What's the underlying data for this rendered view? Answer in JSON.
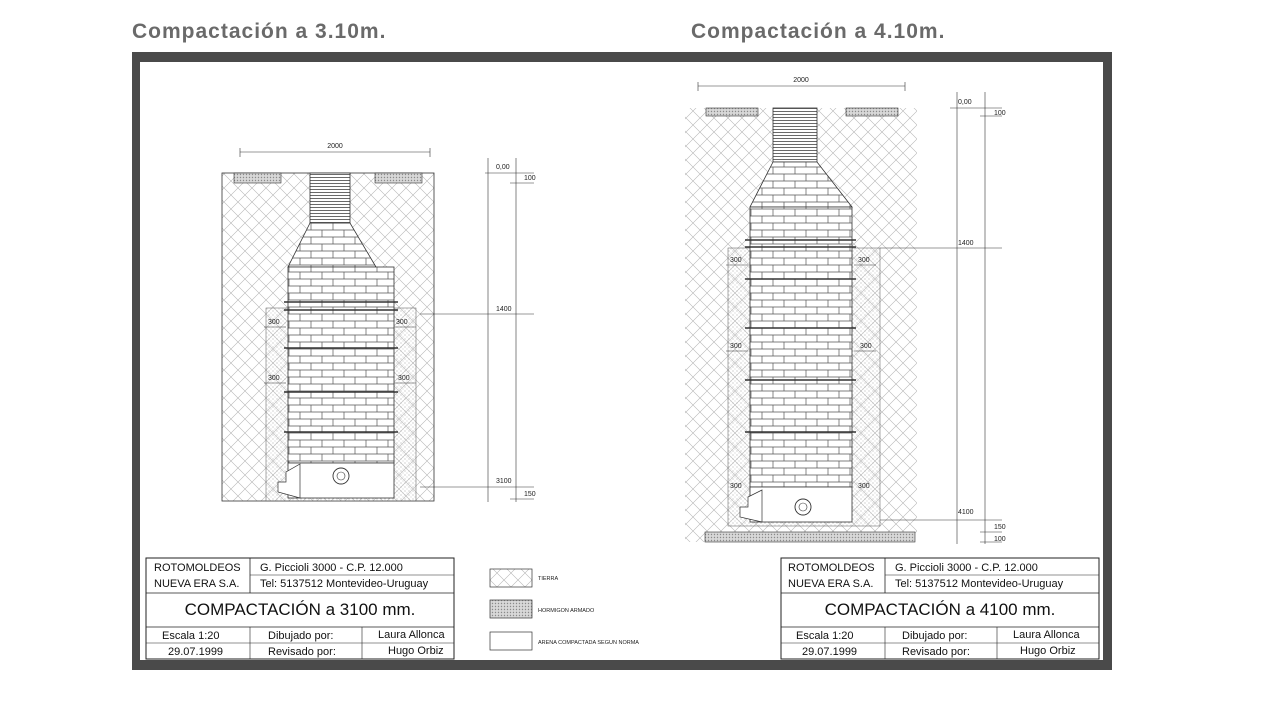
{
  "headings": {
    "left": "Compactación a 3.10m.",
    "right": "Compactación a 4.10m."
  },
  "drawing_left": {
    "dims": {
      "width": "2000",
      "level": "0,00",
      "top_slab": "100",
      "mid": "1400",
      "depth": "3100",
      "bottom": "150",
      "side_a": "300",
      "side_b": "300",
      "side_c": "300",
      "side_d": "300"
    }
  },
  "drawing_right": {
    "dims": {
      "width": "2000",
      "level": "0,00",
      "top_slab": "100",
      "mid": "1400",
      "depth": "4100",
      "bottom_a": "150",
      "bottom_b": "100",
      "side_a": "300",
      "side_b": "300",
      "side_c": "300",
      "side_d": "300",
      "side_e": "300",
      "side_f": "300"
    }
  },
  "legend": {
    "tierra": "TIERRA",
    "hormigon": "HORMIGON ARMADO",
    "arena": "ARENA COMPACTADA SEGUN NORMA"
  },
  "titleblock_left": {
    "company_1": "ROTOMOLDEOS",
    "company_2": "NUEVA ERA S.A.",
    "address": "G. Piccioli 3000 - C.P. 12.000",
    "phone": "Tel: 5137512  Montevideo-Uruguay",
    "title": "COMPACTACIÓN a 3100 mm.",
    "scale": "Escala  1:20",
    "date": "29.07.1999",
    "drawn_label": "Dibujado por:",
    "drawn_by": "Laura Allonca",
    "checked_label": "Revisado por:",
    "checked_by": "Hugo Orbiz"
  },
  "titleblock_right": {
    "company_1": "ROTOMOLDEOS",
    "company_2": "NUEVA ERA S.A.",
    "address": "G. Piccioli 3000 - C.P. 12.000",
    "phone": "Tel: 5137512  Montevideo-Uruguay",
    "title": "COMPACTACIÓN a 4100 mm.",
    "scale": "Escala  1:20",
    "date": "29.07.1999",
    "drawn_label": "Dibujado por:",
    "drawn_by": "Laura Allonca",
    "checked_label": "Revisado por:",
    "checked_by": "Hugo Orbiz"
  }
}
